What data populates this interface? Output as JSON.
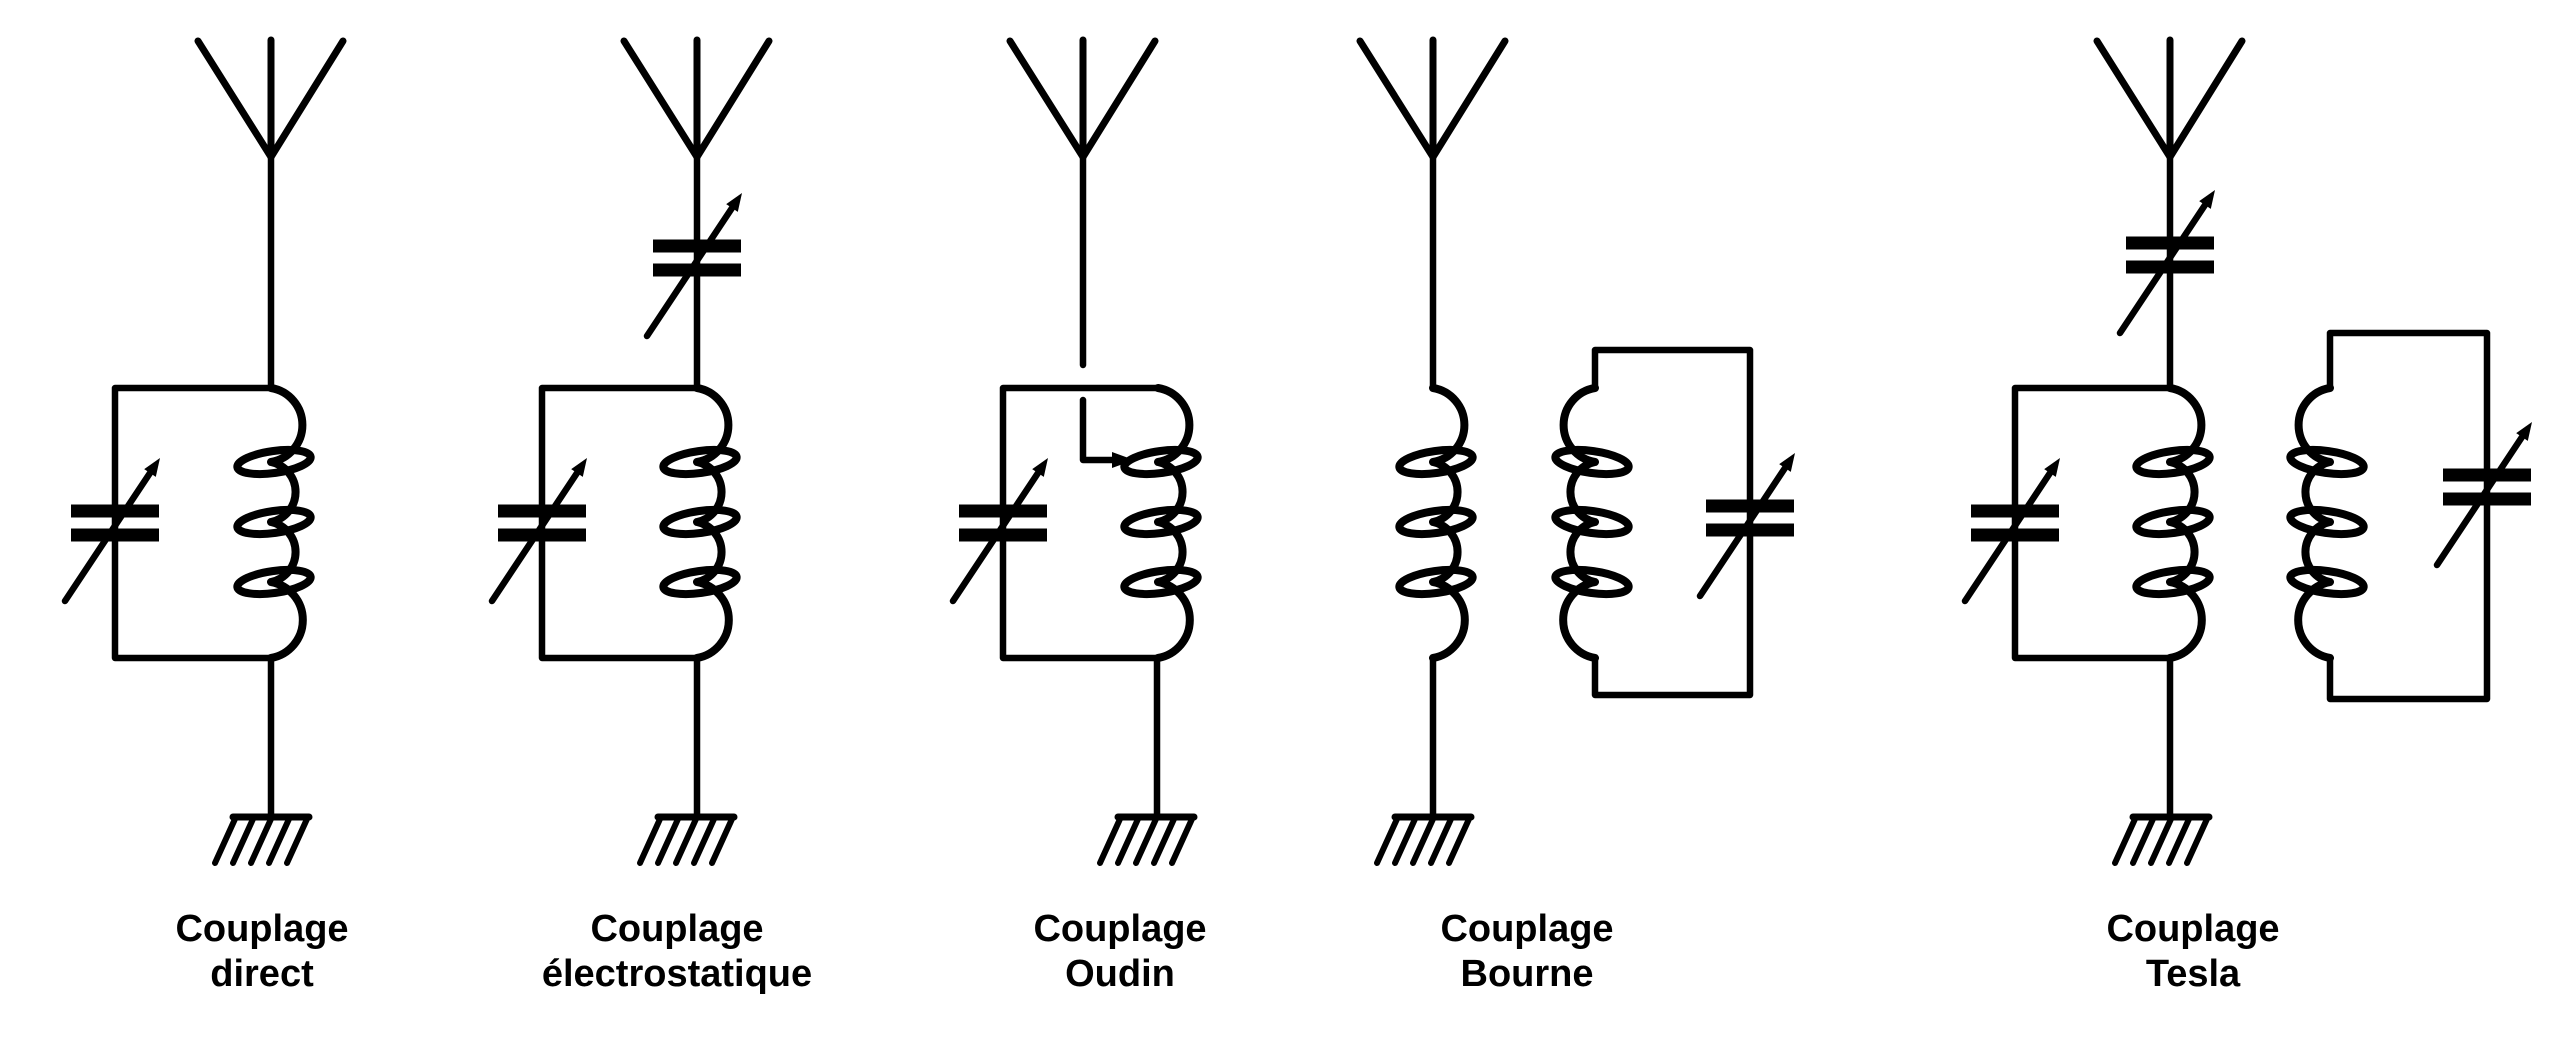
{
  "page": {
    "background_color": "#ffffff",
    "ink_color": "#000000"
  },
  "diagram": {
    "description": "Five antenna coupling circuit schematics",
    "circuits": [
      {
        "name": "couplage-direct",
        "label_line1": "Couplage",
        "label_line2": "direct",
        "symbols": [
          "antenna",
          "variable-capacitor",
          "coil",
          "ground"
        ]
      },
      {
        "name": "couplage-electrostatique",
        "label_line1": "Couplage",
        "label_line2": "électrostatique",
        "symbols": [
          "antenna",
          "series-variable-capacitor",
          "variable-capacitor",
          "coil",
          "ground"
        ]
      },
      {
        "name": "couplage-oudin",
        "label_line1": "Couplage",
        "label_line2": "Oudin",
        "symbols": [
          "antenna",
          "coil-tap-arrow",
          "variable-capacitor",
          "coil",
          "ground"
        ]
      },
      {
        "name": "couplage-bourne",
        "label_line1": "Couplage",
        "label_line2": "Bourne",
        "symbols": [
          "antenna",
          "primary-coil",
          "secondary-coil",
          "secondary-variable-capacitor",
          "ground"
        ]
      },
      {
        "name": "couplage-tesla",
        "label_line1": "Couplage",
        "label_line2": "Tesla",
        "symbols": [
          "antenna",
          "series-variable-capacitor",
          "variable-capacitor",
          "primary-coil",
          "secondary-coil",
          "secondary-variable-capacitor",
          "ground"
        ]
      }
    ]
  }
}
